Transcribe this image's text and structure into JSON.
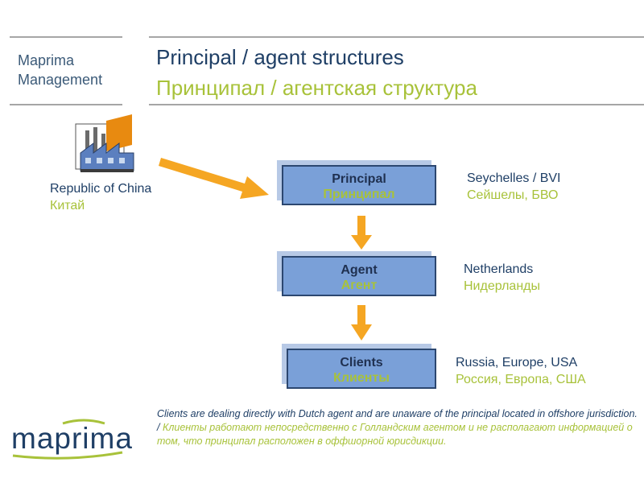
{
  "brand": {
    "line1": "Maprima",
    "line2": "Management"
  },
  "title": {
    "en": "Principal / agent structures",
    "ru": "Принципал / агентская структура"
  },
  "source": {
    "en": "Republic of China",
    "ru": "Китай"
  },
  "boxes": [
    {
      "en": "Principal",
      "ru": "Принципал"
    },
    {
      "en": "Agent",
      "ru": "Агент"
    },
    {
      "en": "Clients",
      "ru": "Клиенты"
    }
  ],
  "locations": [
    {
      "en": "Seychelles / BVI",
      "ru": "Сейшелы, БВО"
    },
    {
      "en": "Netherlands",
      "ru": "Нидерланды"
    },
    {
      "en": "Russia, Europe, USA",
      "ru": "Россия, Европа, США"
    }
  ],
  "note": {
    "en": "Clients are dealing directly with Dutch agent and are unaware of the principal located in offshore jurisdiction. / ",
    "ru": "Клиенты работают непосредственно с Голландским агентом и не располагают информацией о том, что принципал расположен в оффшорной юрисдикции."
  },
  "logo": {
    "text": "maprima"
  },
  "colors": {
    "navy": "#1f3f66",
    "green": "#a8c23a",
    "box": "#7aa0d8",
    "arrow": "#f5a623"
  },
  "icons": {
    "factory": "factory-icon"
  }
}
